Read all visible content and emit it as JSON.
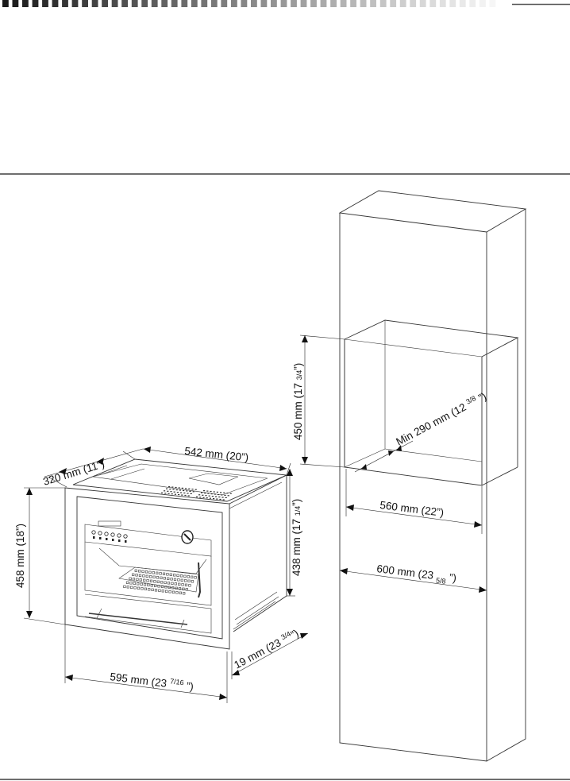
{
  "header": {
    "squares": {
      "count": 50,
      "colors_dark_to_light": [
        "#1a1a1a",
        "#f6f6f6"
      ]
    },
    "rule_color": "#6e6e6e"
  },
  "dimensions": {
    "d_320": {
      "main": "320 mm (11",
      "tail": "”)"
    },
    "d_542": {
      "main": "542 mm (20”)"
    },
    "d_458": {
      "main": "458 mm (18”)"
    },
    "d_438": {
      "main": "438 mm (17 ",
      "frac": "1/4",
      "tail": "”)"
    },
    "d_595": {
      "main": "595 mm (23 ",
      "frac": "7/16",
      "tail": " ”)"
    },
    "d_19": {
      "main": "19 mm (23 ",
      "frac": "3/4",
      "tail": "”)"
    },
    "d_450": {
      "main": "450 mm (17 ",
      "frac": "3/4",
      "tail": "”)"
    },
    "d_290": {
      "main": "Min 290 mm (12 ",
      "frac": "3/8",
      "tail": " ”)"
    },
    "d_560": {
      "main": "560 mm (22”)"
    },
    "d_600": {
      "main": "600 mm (23 ",
      "frac": "5/8",
      "tail": " ”)"
    }
  }
}
